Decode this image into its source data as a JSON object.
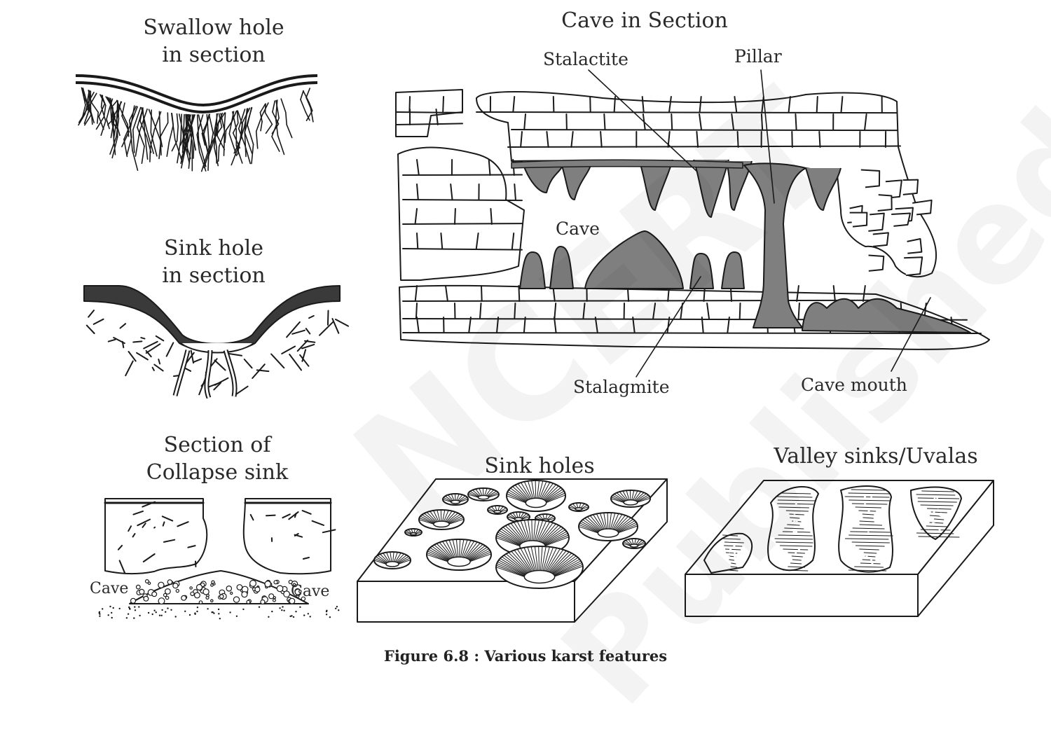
{
  "panels": {
    "swallow_hole": {
      "title_line1": "Swallow hole",
      "title_line2": "in section"
    },
    "sink_hole_section": {
      "title_line1": "Sink hole",
      "title_line2": "in section"
    },
    "cave_section": {
      "title": "Cave in Section",
      "labels": {
        "stalactite": "Stalactite",
        "pillar": "Pillar",
        "cave": "Cave",
        "stalagmite": "Stalagmite",
        "cave_mouth": "Cave mouth"
      }
    },
    "collapse_sink": {
      "title_line1": "Section of",
      "title_line2": "Collapse sink",
      "cave_left": "Cave",
      "cave_right": "Cave"
    },
    "sink_holes": {
      "title": "Sink holes"
    },
    "uvalas": {
      "title": "Valley sinks/Uvalas"
    }
  },
  "caption": "Figure 6.8 : Various karst features",
  "watermark": {
    "line1": "NCERT",
    "line2": "Published"
  },
  "colors": {
    "ink": "#1a1a1a",
    "deposit": "#7f7f7f",
    "watermark": "#000000"
  }
}
